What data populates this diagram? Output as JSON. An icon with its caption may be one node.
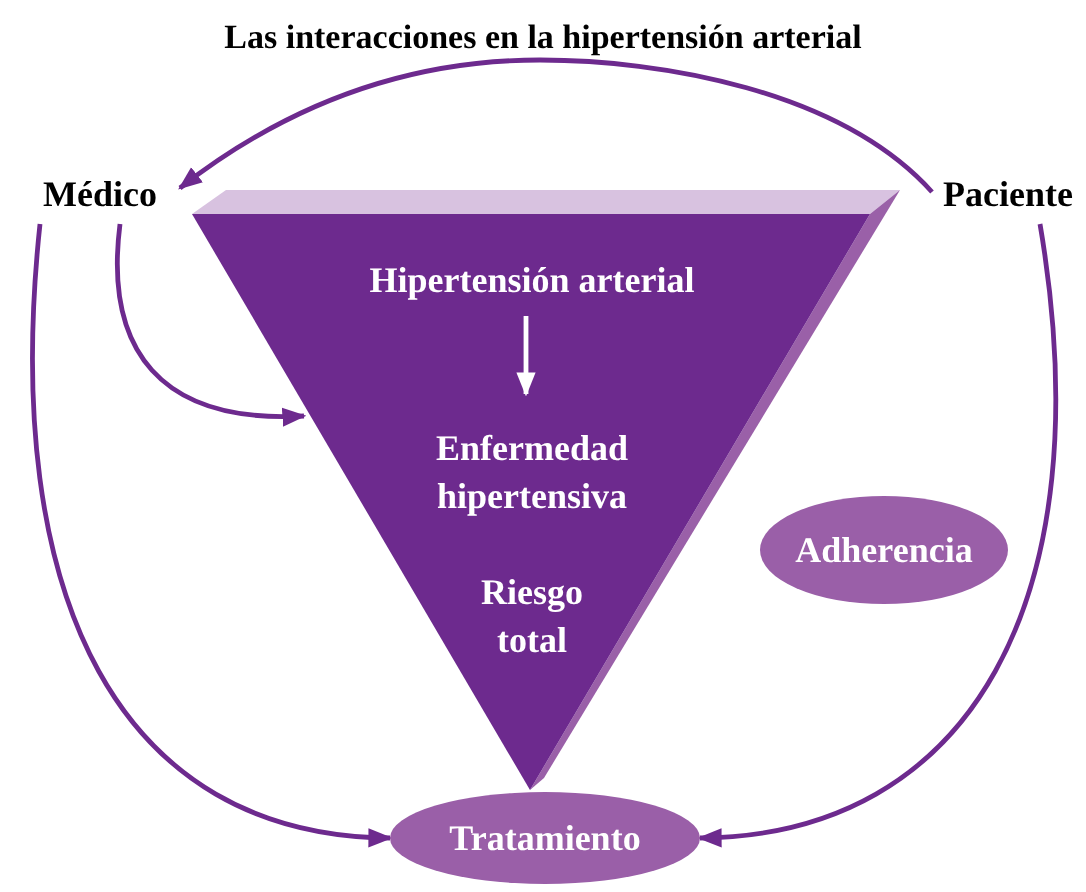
{
  "diagram": {
    "title": "Las interacciones en la hipertensión arterial",
    "nodes": [
      {
        "text": [
          "Médico"
        ]
      },
      {
        "text": [
          "Paciente"
        ]
      },
      {
        "text": [],
        "shape": "triangle"
      },
      {
        "text": [
          "Hipertensión arterial"
        ],
        "in": 2
      },
      {
        "text": [
          "Enfermedad hipertensiva"
        ],
        "in": 2
      },
      {
        "text": [
          "Riesgo total"
        ],
        "in": 2
      },
      {
        "text": [
          "Adherencia"
        ]
      },
      {
        "text": [
          "Tratamiento"
        ]
      }
    ],
    "edges": [
      {
        "from": 1,
        "to": 0,
        "arrow": "to"
      },
      {
        "from": 0,
        "to": 2,
        "arrow": "to"
      },
      {
        "from": 0,
        "to": 7,
        "arrow": "to"
      },
      {
        "from": 1,
        "to": 7,
        "arrow": "to"
      },
      {
        "from": 3,
        "to": 4,
        "arrow": "to",
        "color": "#ffffff"
      }
    ]
  }
}
